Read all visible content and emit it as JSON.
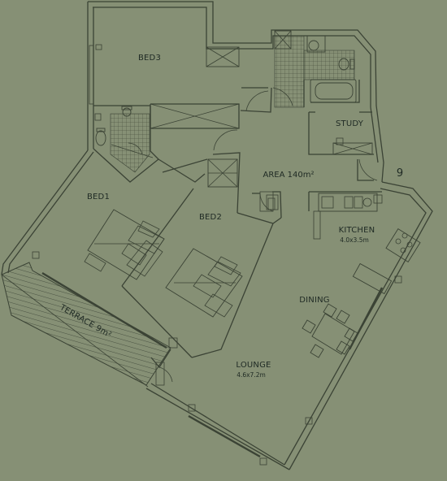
{
  "plan": {
    "unit_number": "9",
    "area_label": "AREA 140m²",
    "rooms": {
      "bed3": {
        "name": "BED3"
      },
      "bed1": {
        "name": "BED1"
      },
      "bed2": {
        "name": "BED2"
      },
      "study": {
        "name": "STUDY"
      },
      "kitchen": {
        "name": "KITCHEN",
        "size": "4.0x3.5m"
      },
      "dining": {
        "name": "DINING"
      },
      "lounge": {
        "name": "LOUNGE",
        "size": "4.6x7.2m"
      },
      "terrace": {
        "name": "TERRACE 9m²"
      }
    }
  },
  "colors": {
    "background": "#869075",
    "lines": "#3b4335",
    "text": "#1f2a24"
  }
}
